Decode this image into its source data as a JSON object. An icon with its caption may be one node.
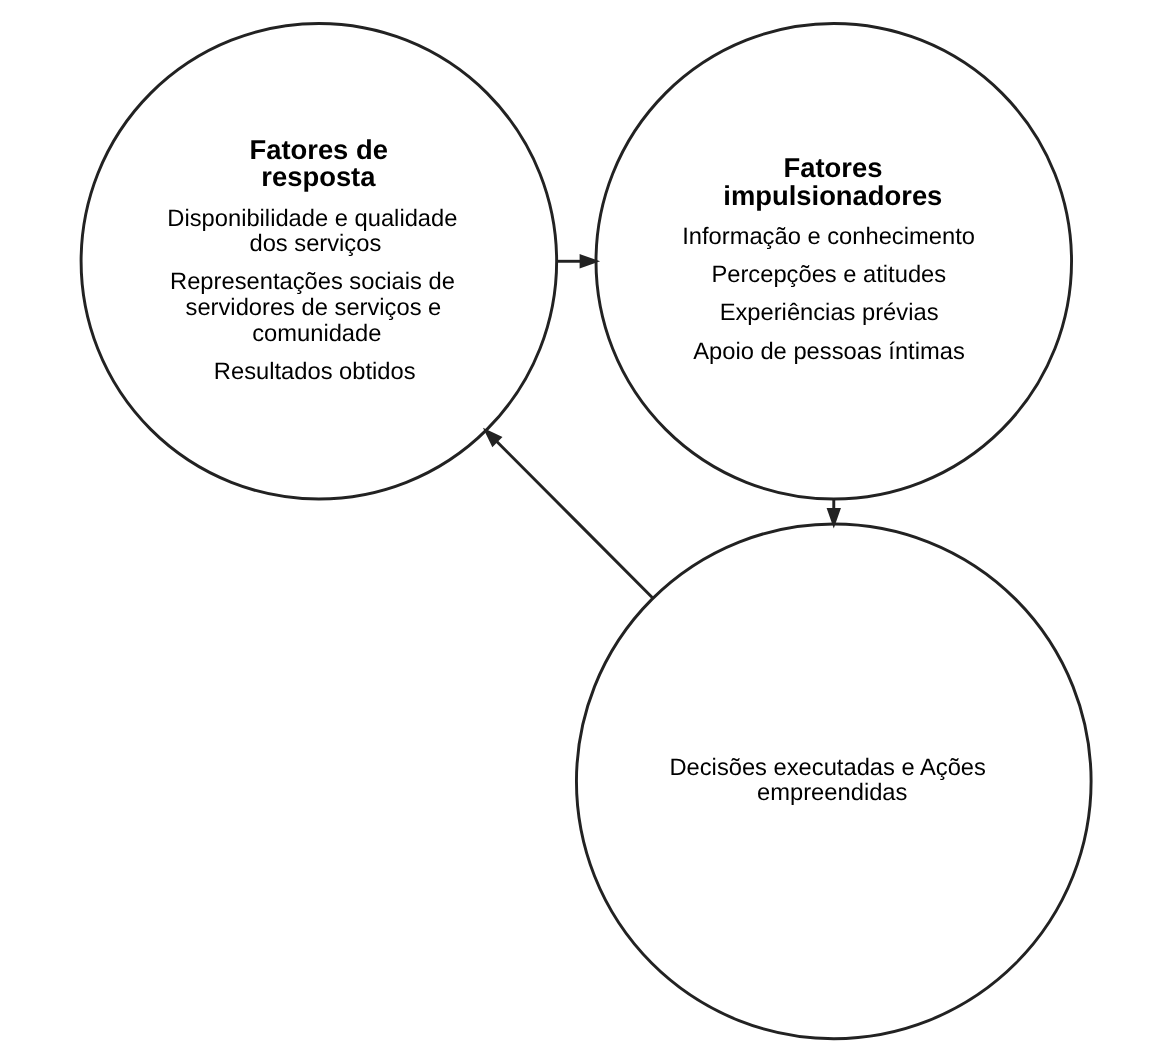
{
  "diagram": {
    "nodes": [
      {
        "text": [
          "Fatores de resposta",
          "Disponibilidade e qualidade dos serviços",
          "Representações sociais de servidores de serviços e comunidade",
          "Resultados obtidos"
        ]
      },
      {
        "text": [
          "Fatores impulsionadores",
          "Informação e conhecimento",
          "Percepções e atitudes",
          "Experiências prévias",
          "Apoio de pessoas íntimas"
        ]
      },
      {
        "text": [
          "Decisões executadas e Ações empreendidas"
        ]
      }
    ],
    "edges": [
      {
        "from": 0,
        "to": 1,
        "arrow": "to"
      },
      {
        "from": 1,
        "to": 2,
        "arrow": "to"
      },
      {
        "from": 2,
        "to": 0,
        "arrow": "to"
      }
    ]
  }
}
